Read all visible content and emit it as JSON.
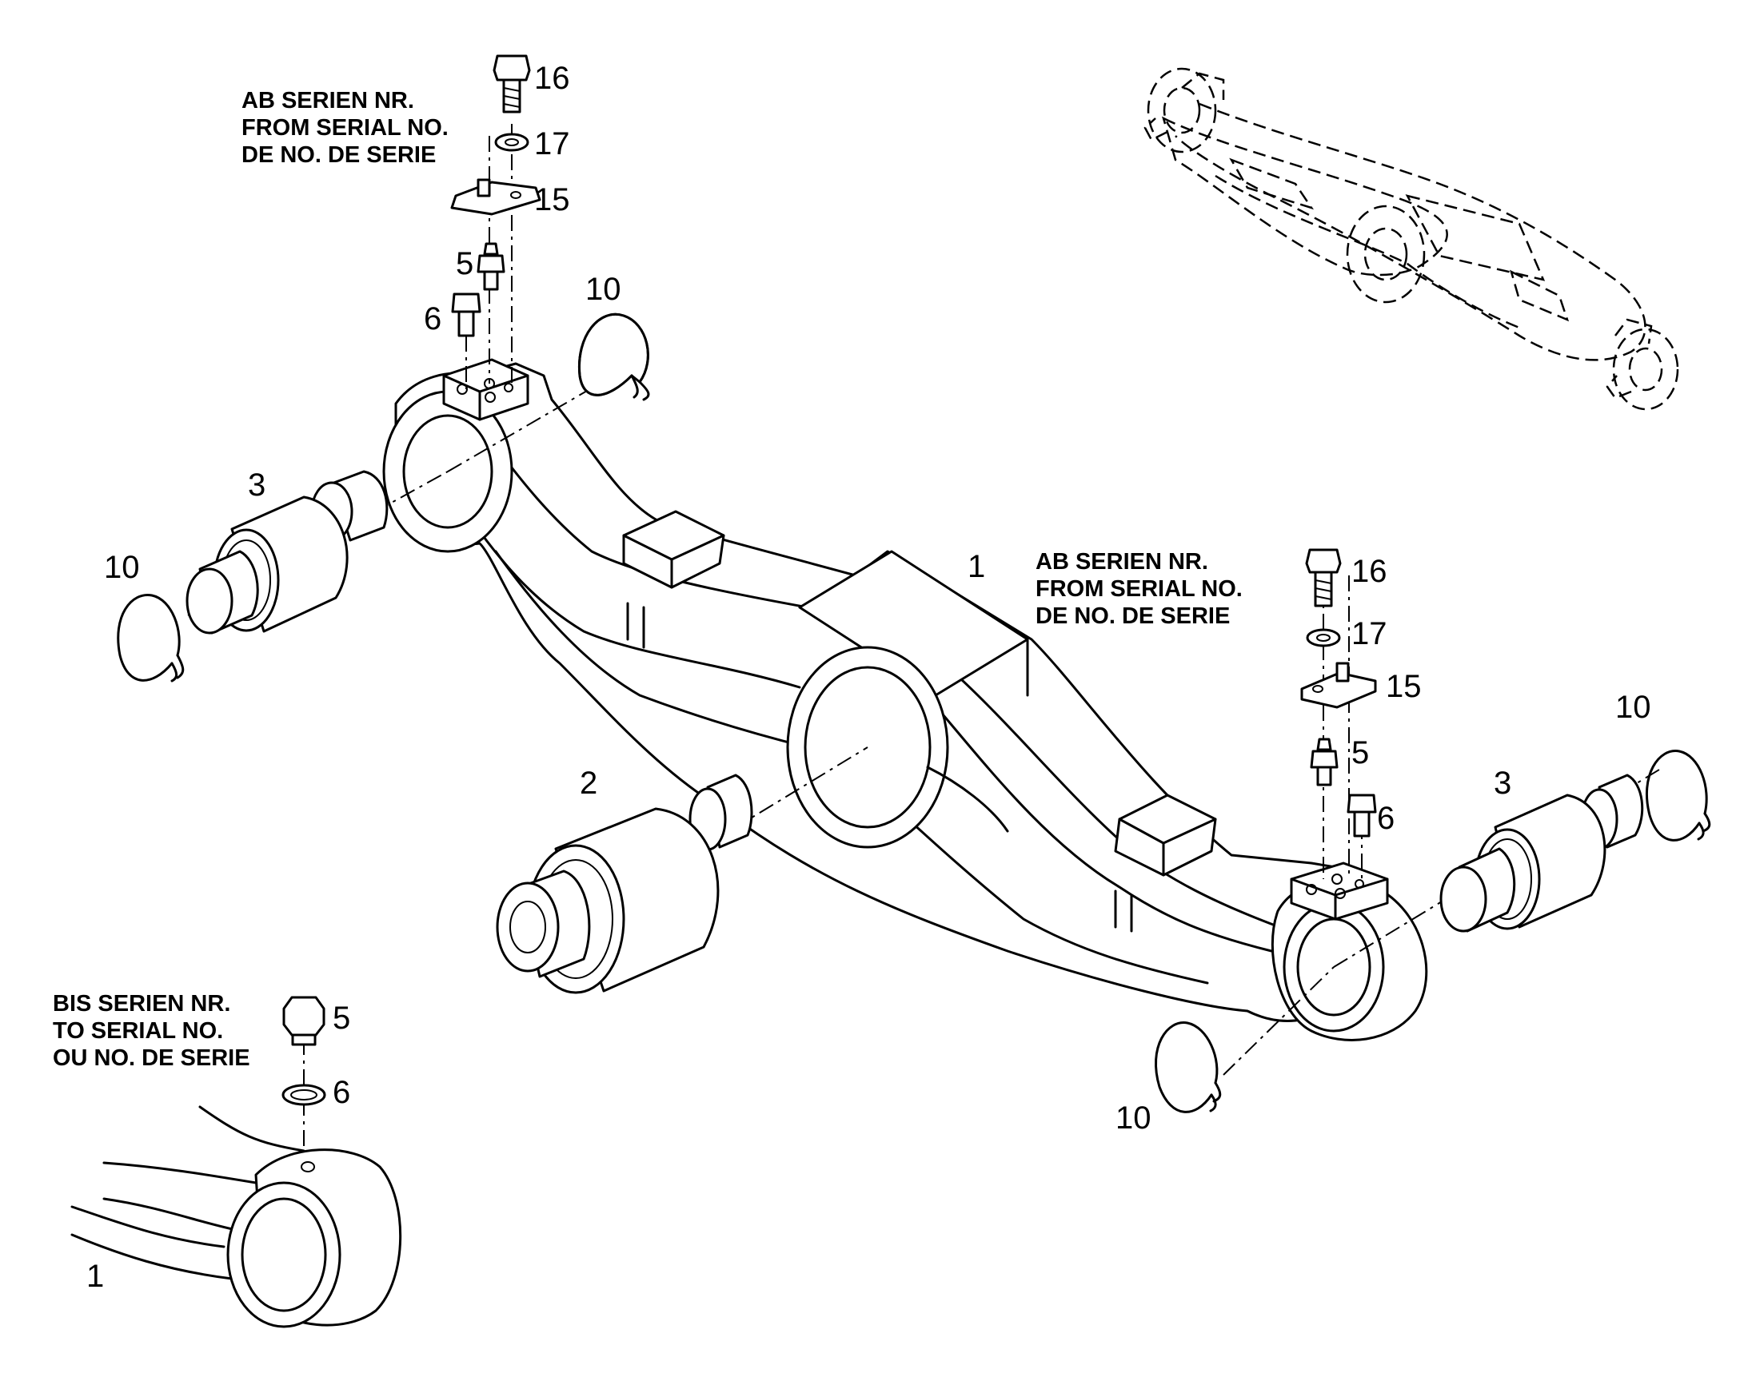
{
  "notes": {
    "upper_left": [
      "AB SERIEN NR.",
      "FROM SERIAL NO.",
      "DE NO. DE SERIE"
    ],
    "middle_right": [
      "AB SERIEN NR.",
      "FROM SERIAL NO.",
      "DE NO. DE SERIE"
    ],
    "lower_left": [
      "BIS SERIEN NR.",
      "TO SERIAL NO.",
      "OU NO. DE SERIE"
    ]
  },
  "callouts": {
    "c1_main": "1",
    "c1_detail": "1",
    "c2": "2",
    "c3_left": "3",
    "c3_right": "3",
    "c5_top": "5",
    "c5_right": "5",
    "c5_detail": "5",
    "c6_top": "6",
    "c6_right": "6",
    "c6_detail": "6",
    "c10_top": "10",
    "c10_left": "10",
    "c10_right": "10",
    "c10_bottom": "10",
    "c15_top": "15",
    "c15_right": "15",
    "c16_top": "16",
    "c16_right": "16",
    "c17_top": "17",
    "c17_right": "17"
  }
}
